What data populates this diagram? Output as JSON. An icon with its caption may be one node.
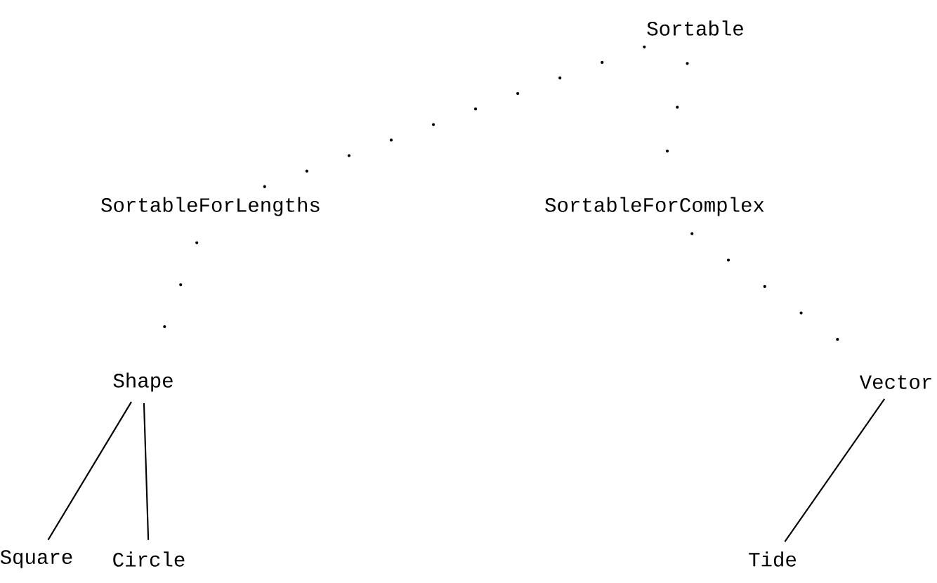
{
  "diagram": {
    "nodes": [
      {
        "text": [
          "Sortable"
        ]
      },
      {
        "text": [
          "SortableForLengths"
        ]
      },
      {
        "text": [
          "SortableForComplex"
        ]
      },
      {
        "text": [
          "Shape"
        ]
      },
      {
        "text": [
          "Vector"
        ]
      },
      {
        "text": [
          "Square"
        ]
      },
      {
        "text": [
          "Circle"
        ]
      },
      {
        "text": [
          "Tide"
        ]
      }
    ],
    "edges": [
      {
        "from": 0,
        "to": 1,
        "arrow": "none",
        "style": "dashed"
      },
      {
        "from": 0,
        "to": 2,
        "arrow": "none",
        "style": "dashed"
      },
      {
        "from": 1,
        "to": 3,
        "arrow": "none",
        "style": "dashed"
      },
      {
        "from": 2,
        "to": 4,
        "arrow": "none",
        "style": "dashed"
      },
      {
        "from": 3,
        "to": 5,
        "arrow": "none"
      },
      {
        "from": 3,
        "to": 6,
        "arrow": "none"
      },
      {
        "from": 4,
        "to": 7,
        "arrow": "none"
      }
    ]
  }
}
